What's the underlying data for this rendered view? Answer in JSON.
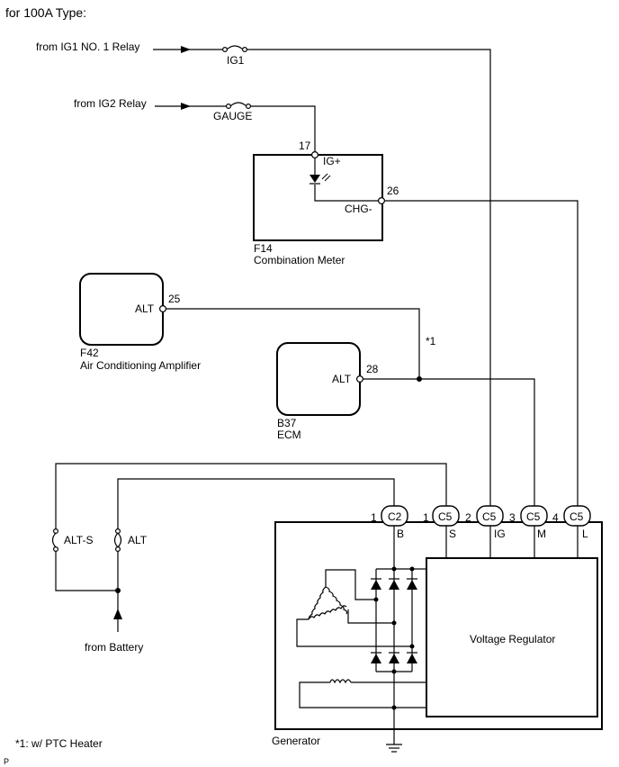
{
  "title": "for 100A Type:",
  "sources": {
    "ig1": "from IG1 NO. 1 Relay",
    "ig2": "from IG2 Relay",
    "battery": "from Battery"
  },
  "fuses": {
    "ig1": "IG1",
    "gauge": "GAUGE",
    "alt_s": "ALT-S",
    "alt": "ALT"
  },
  "combination_meter": {
    "code": "F14",
    "name": "Combination Meter",
    "pin_igp_num": "17",
    "pin_igp_label": "IG+",
    "pin_chg_num": "26",
    "pin_chg_label": "CHG-"
  },
  "ac_amplifier": {
    "code": "F42",
    "name": "Air Conditioning Amplifier",
    "pin_label": "ALT",
    "pin_num": "25"
  },
  "ecm": {
    "code": "B37",
    "name": "ECM",
    "pin_label": "ALT",
    "pin_num": "28"
  },
  "note_marker": "*1",
  "connectors": [
    {
      "pin": "1",
      "code": "C2",
      "term": "B"
    },
    {
      "pin": "1",
      "code": "C5",
      "term": "S"
    },
    {
      "pin": "2",
      "code": "C5",
      "term": "IG"
    },
    {
      "pin": "3",
      "code": "C5",
      "term": "M"
    },
    {
      "pin": "4",
      "code": "C5",
      "term": "L"
    }
  ],
  "generator": {
    "name": "Generator",
    "regulator": "Voltage Regulator"
  },
  "footnote": "*1: w/ PTC Heater",
  "page_marker": "P"
}
